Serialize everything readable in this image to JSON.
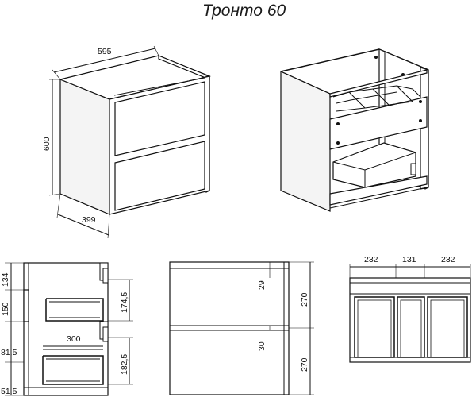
{
  "title": "Тронто 60",
  "iso_front": {
    "width": "595",
    "height": "600",
    "depth": "399"
  },
  "side_view": {
    "top_gap": "134",
    "upper_drawer": "150",
    "upper_inner": "174,5",
    "drawer_depth": "300",
    "mid_gap": "81,5",
    "lower_inner": "182,5",
    "bottom_gap": "51,5"
  },
  "front_view": {
    "upper_panel": "29",
    "upper_height": "270",
    "lower_panel": "30",
    "lower_height": "270"
  },
  "top_view": {
    "left": "232",
    "middle": "131",
    "right": "232"
  }
}
